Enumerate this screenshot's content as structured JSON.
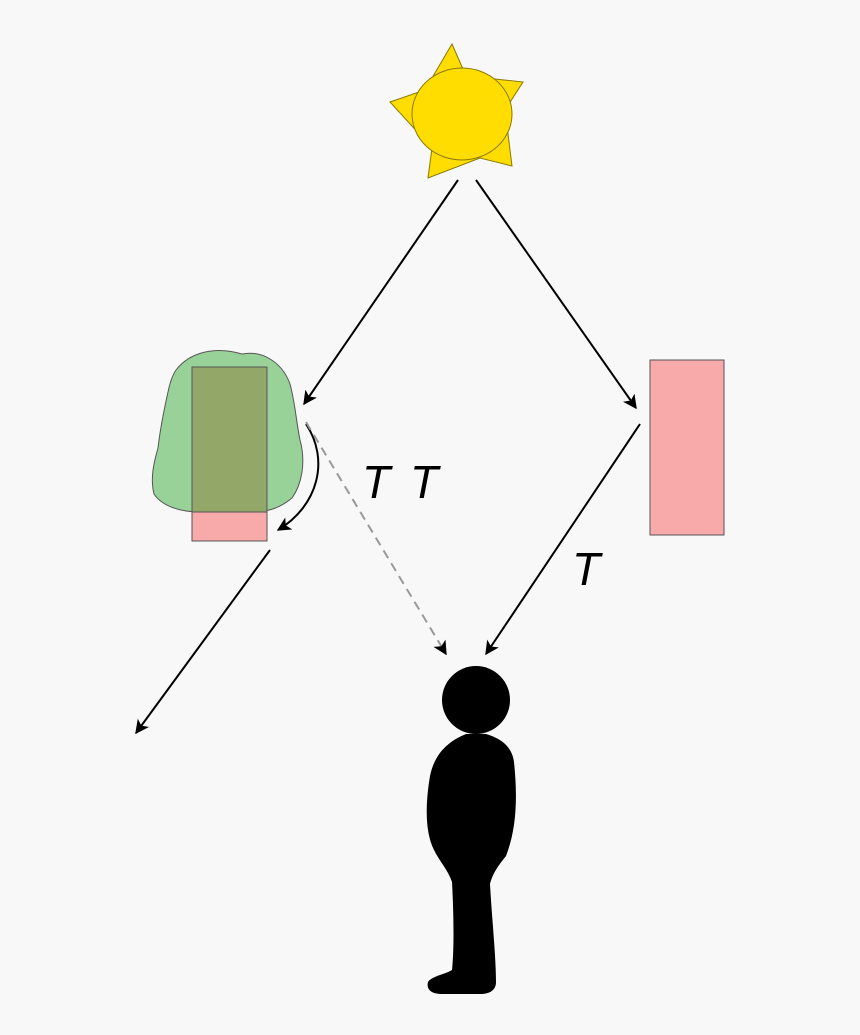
{
  "labels": {
    "double_t_left": "T",
    "double_t_right": "T",
    "single_t": "T"
  },
  "colors": {
    "background": "#f8f8f8",
    "sun_fill": "#ffdd00",
    "sun_stroke": "#8a7a00",
    "foliage": "#99d299",
    "pink_box": "#f8aaaa",
    "overlap_box": "#93a868",
    "arrow": "#000000",
    "dashed_arrow": "#999999",
    "person": "#000000"
  },
  "icons": {
    "sun": "sun-icon",
    "tree": "tree-foliage-icon",
    "person": "person-silhouette-icon"
  }
}
